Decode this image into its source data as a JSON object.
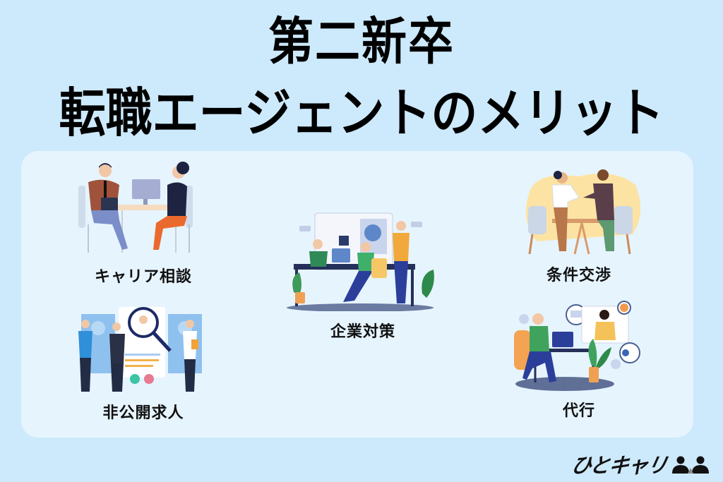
{
  "header": {
    "title_line1": "第二新卒",
    "title_line2": "転職エージェントのメリット"
  },
  "benefits": [
    {
      "label": "キャリア相談",
      "icon": "career-consultation-illustration"
    },
    {
      "label": "非公開求人",
      "icon": "private-job-listings-illustration"
    },
    {
      "label": "企業対策",
      "icon": "company-preparation-illustration"
    },
    {
      "label": "条件交渉",
      "icon": "condition-negotiation-illustration"
    },
    {
      "label": "代行",
      "icon": "proxy-service-illustration"
    }
  ],
  "brand": {
    "logo_text": "ひとキャリ",
    "logo_icon": "two-people-icon"
  },
  "colors": {
    "background": "#cde9fc",
    "panel": "#e6f4fe",
    "text": "#000000"
  }
}
